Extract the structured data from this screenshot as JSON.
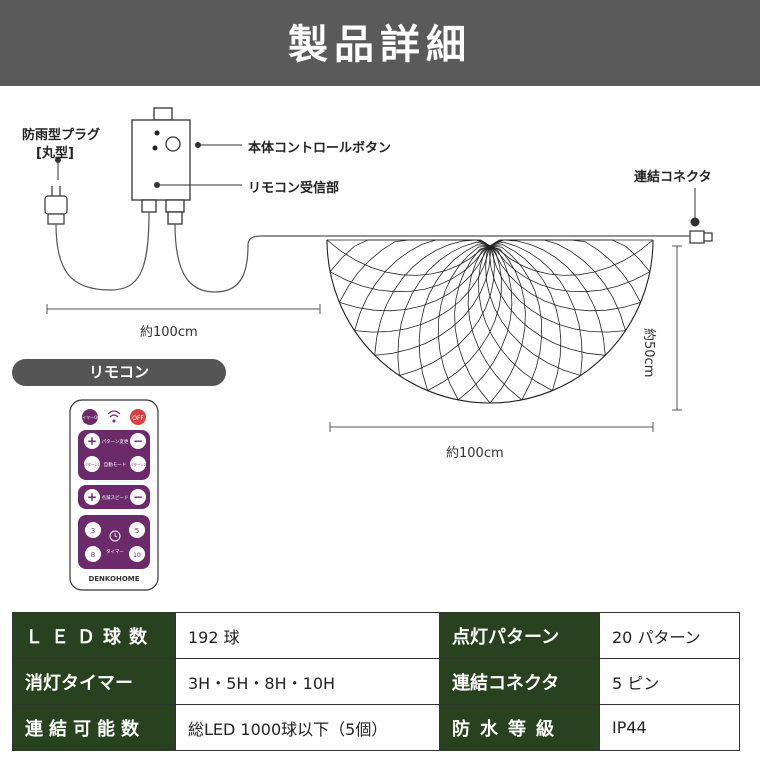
{
  "header": {
    "title": "製品詳細"
  },
  "labels": {
    "plug": "防雨型プラグ",
    "plug_sub": "[丸型]",
    "control_button": "本体コントロールボタン",
    "receiver": "リモコン受信部",
    "connector": "連結コネクタ"
  },
  "dimensions": {
    "cable_length": "約100cm",
    "width": "約100cm",
    "height": "約50cm"
  },
  "remote": {
    "pill_label": "リモコン",
    "timer_off": "タイマーOFF",
    "off": "OFF",
    "pattern_change": "パターン変更",
    "pattern1": "パターン1",
    "auto_mode": "自動モード",
    "pattern2": "パターン2",
    "speed": "点滅スピード",
    "t3": "3",
    "t5": "5",
    "t8": "8",
    "t10": "10",
    "timer": "タイマー",
    "brand": "DENKOHOME"
  },
  "specs": [
    {
      "key1": "ＬＥＤ球数",
      "val1": "192 球",
      "key2": "点灯パターン",
      "val2": "20 パターン"
    },
    {
      "key1": "消灯タイマー",
      "val1": "3H・5H・8H・10H",
      "key2": "連結コネクタ",
      "val2": "5 ピン"
    },
    {
      "key1": "連結可能数",
      "val1": "総LED 1000球以下（5個）",
      "key2": "防水等級",
      "val2": "IP44"
    }
  ],
  "colors": {
    "header_bg": "#5a5a5a",
    "spec_key_bg": "#28421f",
    "remote_accent": "#6d2a6b",
    "off_button": "#d94040"
  }
}
